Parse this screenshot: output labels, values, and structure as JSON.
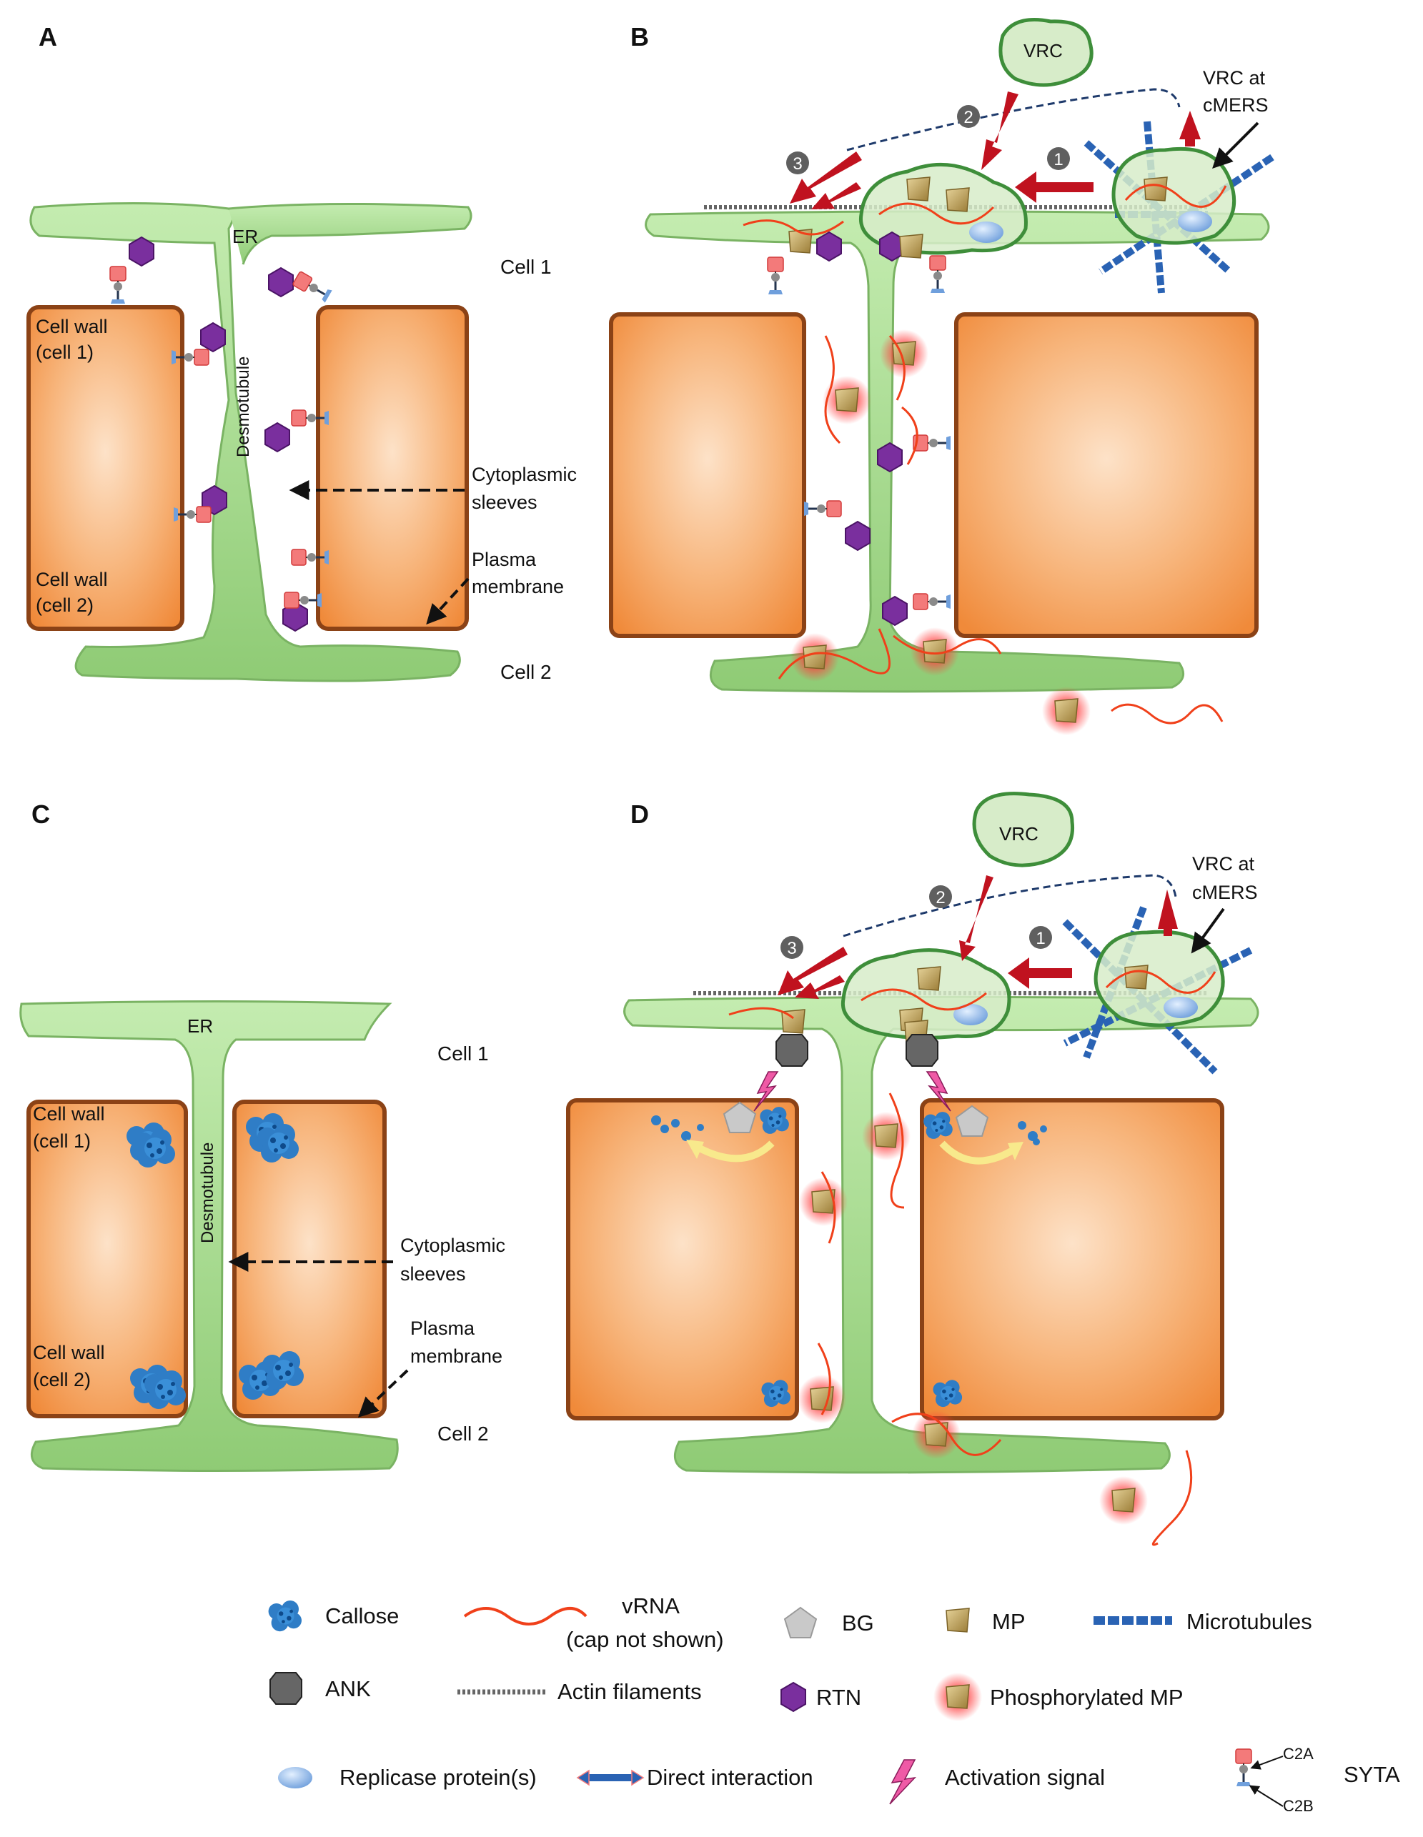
{
  "panels": {
    "a": {
      "letter": "A",
      "er": "ER",
      "cell1": "Cell 1",
      "cell2": "Cell 2",
      "wall1_l1": "Cell wall",
      "wall1_l2": "(cell 1)",
      "wall2_l1": "Cell wall",
      "wall2_l2": "(cell 2)",
      "desmotubule": "Desmotubule",
      "sleeves_l1": "Cytoplasmic",
      "sleeves_l2": "sleeves",
      "pm_l1": "Plasma",
      "pm_l2": "membrane"
    },
    "b": {
      "letter": "B",
      "vrc": "VRC",
      "vrc_at_l1": "VRC at",
      "vrc_at_l2": "cMERS",
      "step1": "1",
      "step2": "2",
      "step3": "3"
    },
    "c": {
      "letter": "C",
      "er": "ER",
      "cell1": "Cell 1",
      "cell2": "Cell 2",
      "wall1_l1": "Cell wall",
      "wall1_l2": "(cell 1)",
      "wall2_l1": "Cell wall",
      "wall2_l2": "(cell 2)",
      "desmotubule": "Desmotubule",
      "sleeves_l1": "Cytoplasmic",
      "sleeves_l2": "sleeves",
      "pm_l1": "Plasma",
      "pm_l2": "membrane"
    },
    "d": {
      "letter": "D",
      "vrc": "VRC",
      "vrc_at_l1": "VRC at",
      "vrc_at_l2": "cMERS",
      "step1": "1",
      "step2": "2",
      "step3": "3"
    }
  },
  "legend": {
    "callose": "Callose",
    "vrna_l1": "vRNA",
    "vrna_l2": "(cap not shown)",
    "bg": "BG",
    "mp": "MP",
    "microtubules": "Microtubules",
    "ank": "ANK",
    "actin": "Actin filaments",
    "rtn": "RTN",
    "phospho_mp": "Phosphorylated MP",
    "replicase": "Replicase protein(s)",
    "direct": "Direct interaction",
    "activation": "Activation signal",
    "c2a": "C2A",
    "c2b": "C2B",
    "syta": "SYTA"
  },
  "colors": {
    "er_green": "#a6d98f",
    "wall_orange": "#f4a361",
    "wall_edge": "#8b4216",
    "vrc_fill": "#d7ecc9",
    "vrc_edge": "#3e8e3a",
    "arrow_red": "#c0121f",
    "rtn_purple": "#7a2f9e",
    "microtubule_blue": "#2a63b4",
    "callose_blue": "#2f7dc6",
    "vrna_red": "#f0401a",
    "mp_gold": "#c9a95a"
  }
}
